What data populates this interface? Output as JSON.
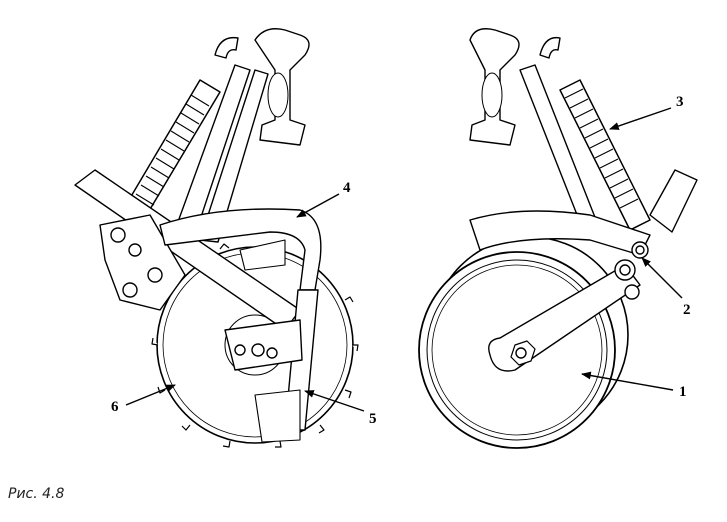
{
  "figure": {
    "callouts": [
      {
        "id": "1",
        "label": "1"
      },
      {
        "id": "2",
        "label": "2"
      },
      {
        "id": "3",
        "label": "3"
      },
      {
        "id": "4",
        "label": "4"
      },
      {
        "id": "5",
        "label": "5"
      },
      {
        "id": "6",
        "label": "6"
      }
    ]
  },
  "caption": "Рис. 4.8"
}
